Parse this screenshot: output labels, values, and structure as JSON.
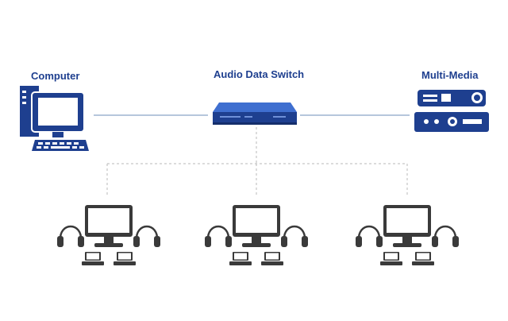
{
  "labels": {
    "computer": "Computer",
    "switch": "Audio Data Switch",
    "multimedia": "Multi-Media"
  },
  "colors": {
    "blue": "#1e3f8f",
    "line": "#8aa3c8",
    "dashed": "#b9b9b9",
    "gray": "#3a3a3a"
  },
  "workstations": [
    {
      "id": "left"
    },
    {
      "id": "middle"
    },
    {
      "id": "right"
    }
  ]
}
